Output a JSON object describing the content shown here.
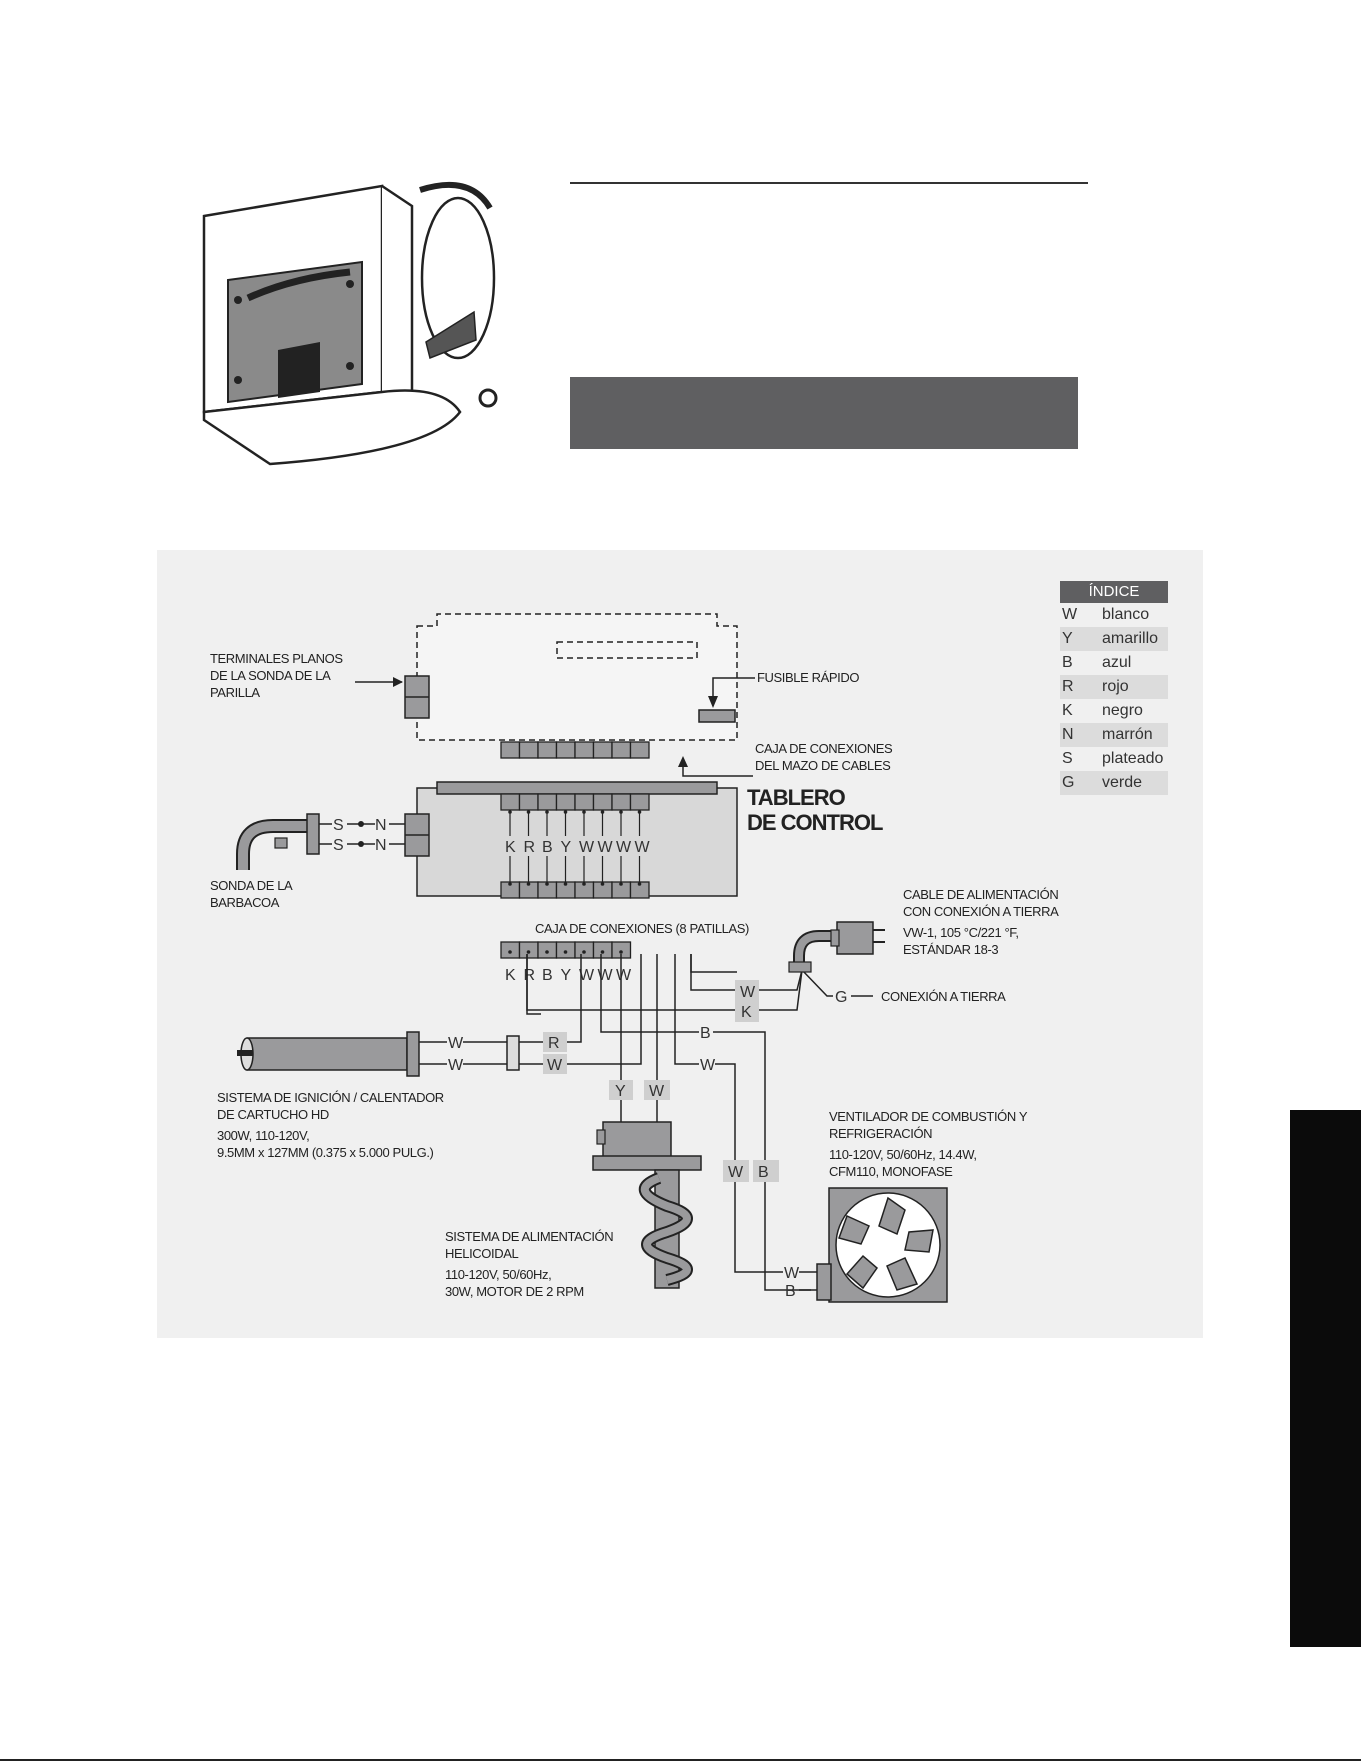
{
  "legend": {
    "title": "ÍNDICE",
    "items": [
      {
        "code": "W",
        "color": "blanco"
      },
      {
        "code": "Y",
        "color": "amarillo"
      },
      {
        "code": "B",
        "color": "azul"
      },
      {
        "code": "R",
        "color": "rojo"
      },
      {
        "code": "K",
        "color": "negro"
      },
      {
        "code": "N",
        "color": "marrón"
      },
      {
        "code": "S",
        "color": "plateado"
      },
      {
        "code": "G",
        "color": "verde"
      }
    ]
  },
  "labels": {
    "probe_terminals": [
      "TERMINALES PLANOS",
      "DE LA SONDA DE LA",
      "PARILLA"
    ],
    "fuse": "FUSIBLE RÁPIDO",
    "harness_box": [
      "CAJA DE CONEXIONES",
      "DEL MAZO DE CABLES"
    ],
    "control_board": [
      "TABLERO",
      "DE CONTROL"
    ],
    "bbq_probe": [
      "SONDA DE LA",
      "BARBACOA"
    ],
    "junction_box": "CAJA DE CONEXIONES (8 PATILLAS)",
    "power_cord": [
      "CABLE DE ALIMENTACIÓN",
      "CON CONEXIÓN A TIERRA"
    ],
    "power_cord_spec": [
      "VW-1, 105 °C/221 °F,",
      "ESTÁNDAR 18-3"
    ],
    "ground": "CONEXIÓN A TIERRA",
    "igniter": [
      "SISTEMA DE IGNICIÓN / CALENTADOR",
      "DE CARTUCHO HD"
    ],
    "igniter_spec": [
      "300W, 110-120V,",
      "9.5MM x 127MM (0.375 x 5.000 PULG.)"
    ],
    "fan": [
      "VENTILADOR DE COMBUSTIÓN Y",
      "REFRIGERACIÓN"
    ],
    "fan_spec": [
      "110-120V, 50/60Hz, 14.4W,",
      "CFM110, MONOFASE"
    ],
    "auger": [
      "SISTEMA DE ALIMENTACIÓN",
      "HELICOIDAL"
    ],
    "auger_spec": [
      "110-120V, 50/60Hz,",
      "30W, MOTOR DE 2 RPM"
    ]
  },
  "board_pins": [
    "K",
    "R",
    "B",
    "Y",
    "W",
    "W",
    "W",
    "W"
  ],
  "junction_pins": [
    "K",
    "R",
    "B",
    "Y",
    "W",
    "W",
    "W"
  ],
  "wires": {
    "probe_s": "S",
    "probe_n": "N",
    "igniter_w": "W",
    "igniter_r": "R",
    "auger_y": "Y",
    "auger_w": "W",
    "fan_w": "W",
    "fan_b": "B",
    "power_w": "W",
    "power_k": "K",
    "ground_g": "G"
  },
  "colors": {
    "panel": "#f0f0f0",
    "component_fill": "#9a9a9c",
    "board_fill": "#d8d8d8",
    "wire_tag": "#cfcfcf",
    "header": "#5f5f61",
    "side_tab": "#0b0b0b"
  }
}
